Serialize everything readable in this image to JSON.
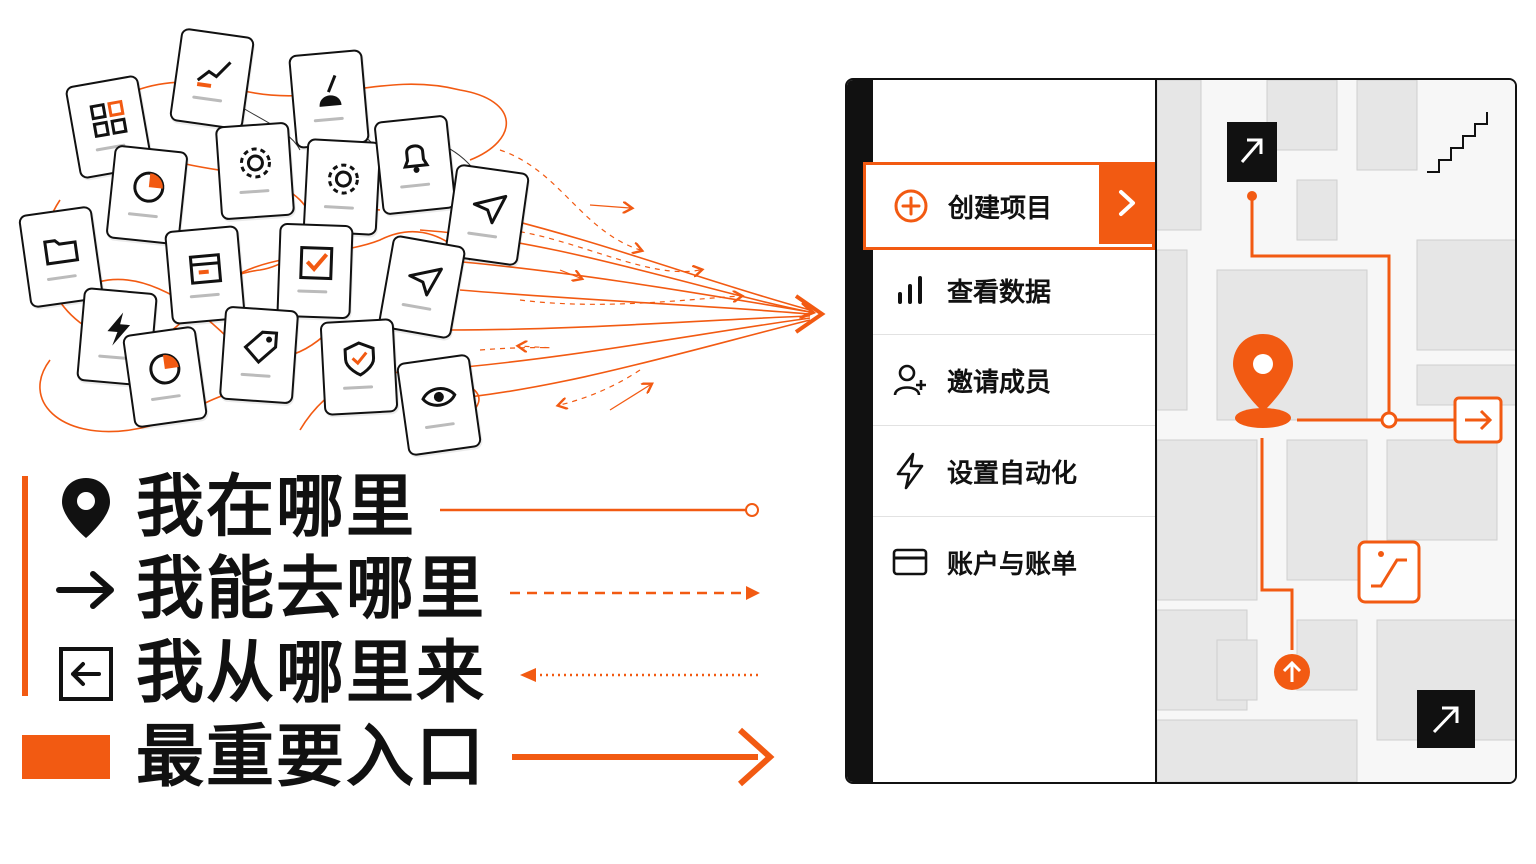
{
  "legend": {
    "items": [
      {
        "label": "我在哪里",
        "icon": "location-pin-icon",
        "line": "solid-circle"
      },
      {
        "label": "我能去哪里",
        "icon": "arrow-right-icon",
        "line": "dashed-arrow"
      },
      {
        "label": "我从哪里来",
        "icon": "back-arrow-box-icon",
        "line": "dotted-arrow-left"
      },
      {
        "label": "最重要入口",
        "icon": "orange-block",
        "line": "thick-arrow"
      }
    ]
  },
  "menu": {
    "items": [
      {
        "label": "创建项目",
        "icon": "plus-circle-icon",
        "active": true
      },
      {
        "label": "查看数据",
        "icon": "bar-chart-icon",
        "active": false
      },
      {
        "label": "邀请成员",
        "icon": "user-add-icon",
        "active": false
      },
      {
        "label": "设置自动化",
        "icon": "lightning-icon",
        "active": false
      },
      {
        "label": "账户与账单",
        "icon": "credit-card-icon",
        "active": false
      }
    ]
  },
  "map": {
    "markers": [
      "exit-arrow-icon",
      "location-pin-icon",
      "escalator-icon",
      "up-arrow-icon",
      "stairs-icon"
    ]
  },
  "colors": {
    "accent": "#f25a12",
    "ink": "#111111",
    "block": "#e6e6e6"
  },
  "cards": {
    "icons": [
      "grid-icon",
      "chart-icon",
      "growth-icon",
      "pie-icon",
      "gear-icon",
      "gear-icon",
      "bell-icon",
      "send-icon",
      "folder-icon",
      "calendar-icon",
      "checkbox-icon",
      "send-icon",
      "lightning-icon",
      "pie-icon",
      "tag-icon",
      "shield-icon",
      "eye-icon"
    ]
  }
}
